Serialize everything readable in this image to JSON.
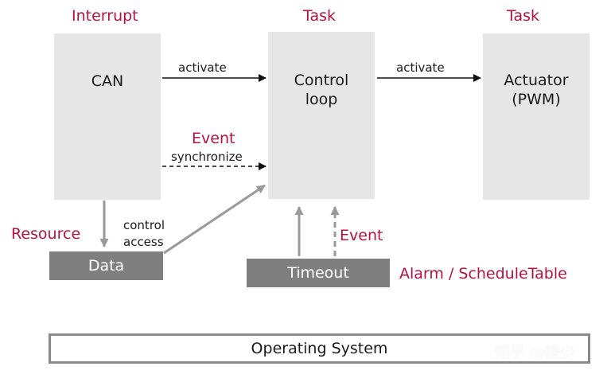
{
  "labels": {
    "interrupt": "Interrupt",
    "task_control": "Task",
    "task_actuator": "Task",
    "resource": "Resource",
    "event_sync": "Event",
    "event_timeout": "Event",
    "alarm": "Alarm / ScheduleTable"
  },
  "boxes": {
    "can": "CAN",
    "control_line1": "Control",
    "control_line2": "loop",
    "actuator_line1": "Actuator",
    "actuator_line2": "(PWM)",
    "data": "Data",
    "timeout": "Timeout",
    "os": "Operating System"
  },
  "arrows": {
    "activate_1": "activate",
    "activate_2": "activate",
    "synchronize": "synchronize",
    "control_line1": "control",
    "control_line2": "access"
  },
  "watermark": "知乎 @陵少",
  "colors": {
    "accent": "#b5123f",
    "box_light": "#e6e6e6",
    "box_dark": "#7f7f7f",
    "arrow_gray": "#999999"
  }
}
